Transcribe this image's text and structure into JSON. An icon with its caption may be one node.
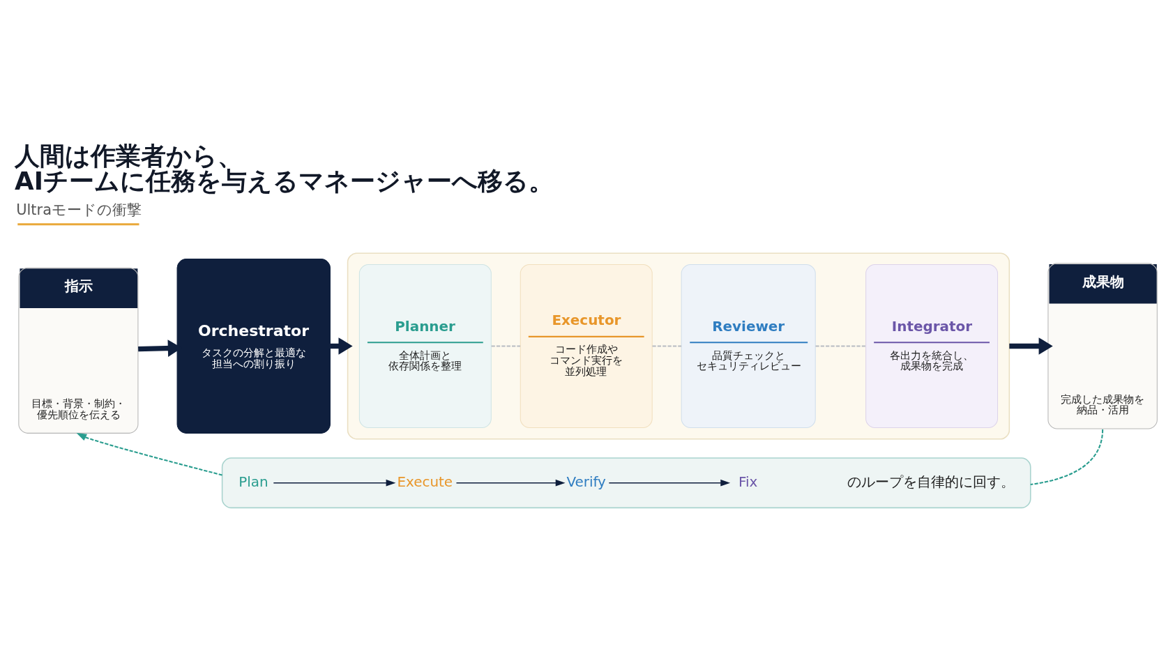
{
  "diagram": {
    "title": "人間は作業者から、AIチームに任務を与えるマネージャーへ移る。",
    "nodes": [
      {
        "text": [
          "指示",
          "目標・背景・制約・優先順位を伝える"
        ]
      },
      {
        "text": [
          "Orchestrator",
          "タスクの分解と最適な担当への割り振り"
        ]
      },
      {
        "text": [],
        "shape": "box"
      },
      {
        "text": [
          "Planner",
          "全体計画と依存関係を整理"
        ],
        "in": 2
      },
      {
        "text": [
          "Executor",
          "コード作成やコマンド実行を並列処理"
        ],
        "in": 2
      },
      {
        "text": [
          "Reviewer",
          "品質チェックとセキュリティレビュー"
        ],
        "in": 2
      },
      {
        "text": [
          "Integrator",
          "各出力を統合し、成果物を完成"
        ],
        "in": 2
      },
      {
        "text": [
          "成果物",
          "完成した成果物を納品・活用"
        ]
      },
      {
        "text": [],
        "shape": "box"
      },
      {
        "text": [
          "Plan"
        ],
        "in": 8
      },
      {
        "text": [
          "Execute"
        ],
        "in": 8
      },
      {
        "text": [
          "Verify"
        ],
        "in": 8
      },
      {
        "text": [
          "Fix"
        ],
        "in": 8
      },
      {
        "text": [
          "のループを自律的に回す。"
        ],
        "in": 8
      }
    ],
    "edges": [
      {
        "from": 0,
        "to": 1,
        "arrow": "to",
        "style": "thick"
      },
      {
        "from": 1,
        "to": 2,
        "arrow": "to",
        "style": "thick"
      },
      {
        "from": 3,
        "to": 4,
        "arrow": "none",
        "style": "dashed",
        "color": "#b8bcc2"
      },
      {
        "from": 4,
        "to": 5,
        "arrow": "none",
        "style": "dashed",
        "color": "#b8bcc2"
      },
      {
        "from": 5,
        "to": 6,
        "arrow": "none",
        "style": "dashed",
        "color": "#b8bcc2"
      },
      {
        "from": 2,
        "to": 7,
        "arrow": "to",
        "style": "thick"
      },
      {
        "from": 9,
        "to": 10,
        "arrow": "to"
      },
      {
        "from": 10,
        "to": 11,
        "arrow": "to"
      },
      {
        "from": 11,
        "to": 12,
        "arrow": "to"
      },
      {
        "from": 7,
        "to": 8,
        "arrow": "none",
        "style": "dashed",
        "color": "#2a9d8f"
      },
      {
        "from": 8,
        "to": 0,
        "arrow": "to",
        "style": "dashed",
        "color": "#2a9d8f"
      }
    ],
    "labels": [
      "Ultraモードの衝撃"
    ]
  }
}
